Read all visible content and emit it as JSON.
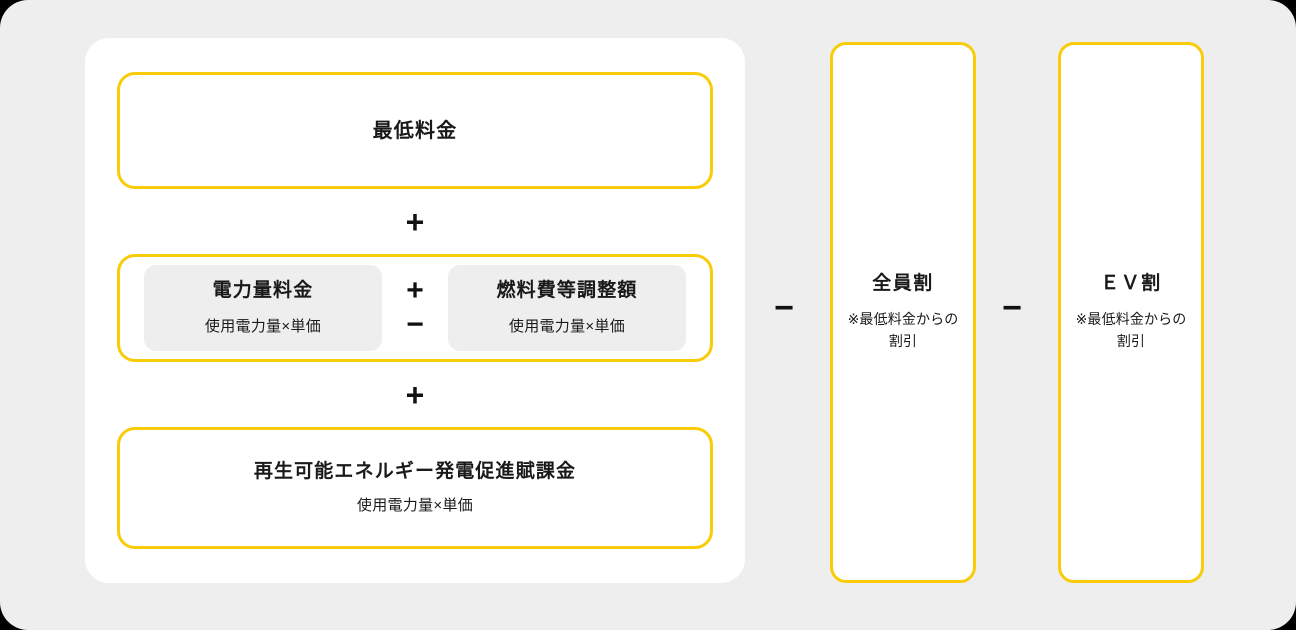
{
  "diagram": {
    "type": "formula-breakdown",
    "background_color": "#eeeeee",
    "accent_color": "#f8cc08",
    "card_color": "#ffffff",
    "inner_box_color": "#eeeeee"
  },
  "main": {
    "minimum_charge": {
      "title": "最低料金"
    },
    "operator_between_min_and_energy": "+",
    "energy": {
      "left": {
        "title": "電力量料金",
        "subtext": "使用電力量×単価"
      },
      "operator_plus": "+",
      "operator_minus": "−",
      "right": {
        "title": "燃料費等調整額",
        "subtext": "使用電力量×単価"
      }
    },
    "operator_between_energy_and_renewable": "+",
    "renewable": {
      "title": "再生可能エネルギー発電促進賦課金",
      "subtext": "使用電力量×単価"
    }
  },
  "discounts": {
    "operator_before_all": "−",
    "operator_before_ev": "−",
    "items": [
      {
        "title": "全員割",
        "note": "※最低料金からの割引"
      },
      {
        "title": "ＥＶ割",
        "note": "※最低料金からの割引"
      }
    ]
  }
}
